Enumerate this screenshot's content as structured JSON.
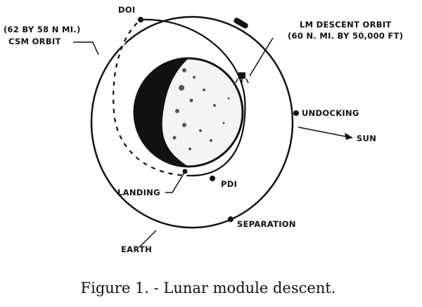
{
  "diagram": {
    "labels": {
      "doi": "DOI",
      "csm_orbit_dims": "(62 BY 58 N MI.)",
      "csm_orbit": "CSM ORBIT",
      "lm_orbit": "LM DESCENT ORBIT",
      "lm_orbit_dims": "(60 N. MI. BY 50,000 FT)",
      "undocking": "UNDOCKING",
      "sun": "SUN",
      "landing": "LANDING",
      "pdi": "PDI",
      "separation": "SEPARATION",
      "earth": "EARTH"
    },
    "caption": "Figure 1. - Lunar module descent."
  }
}
